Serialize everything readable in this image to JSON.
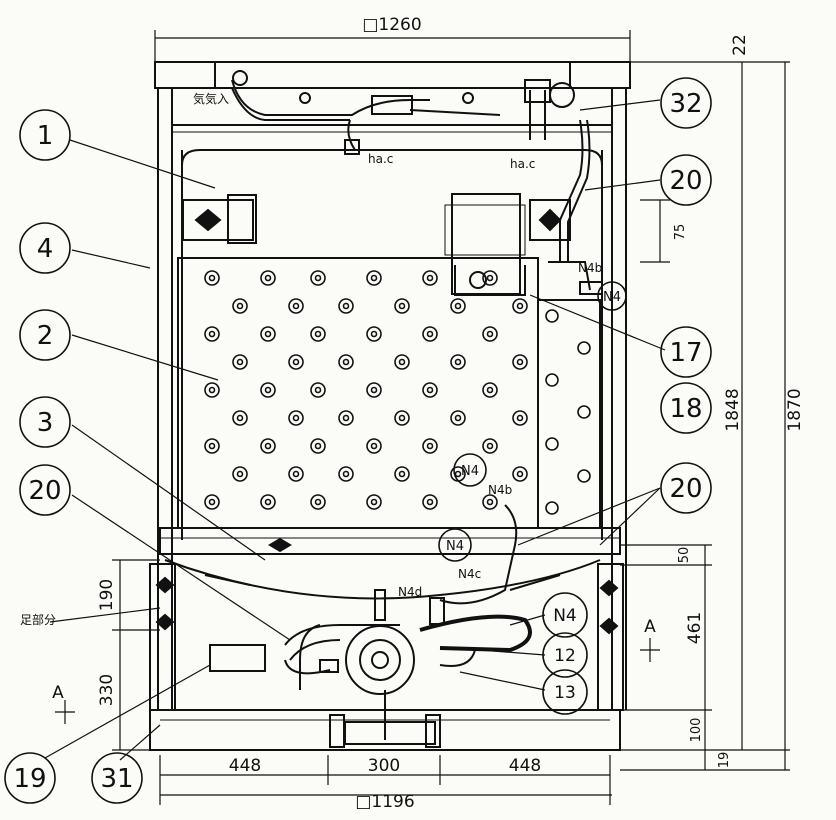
{
  "dimensions": {
    "top_width": "□1260",
    "bottom_width": "□1196",
    "bottom_left": "448",
    "bottom_mid": "300",
    "bottom_right": "448",
    "right_top": "22",
    "right_75": "75",
    "height_1848": "1848",
    "height_1870": "1870",
    "right_50": "50",
    "right_461": "461",
    "right_100": "100",
    "right_19": "19",
    "left_190": "190",
    "left_330": "330"
  },
  "labels": {
    "air_inlet": "気気入",
    "hac_left": "ha.c",
    "hac_right": "ha.c",
    "foot": "足部分",
    "n4b_top": "N4b",
    "n4_top": "N4",
    "n4_mid": "N4",
    "n4b_mid": "N4b",
    "n4_lower": "N4",
    "n4c": "N4c",
    "n4d": "N4d",
    "section_left": "A",
    "section_right": "A"
  },
  "balloons": {
    "b1": "1",
    "b4": "4",
    "b2": "2",
    "b3": "3",
    "b20_left": "20",
    "b19": "19",
    "b31": "31",
    "b32": "32",
    "b20_top": "20",
    "b17": "17",
    "b18": "18",
    "b20_mid": "20",
    "bN4": "N4",
    "b12": "12",
    "b13": "13"
  }
}
